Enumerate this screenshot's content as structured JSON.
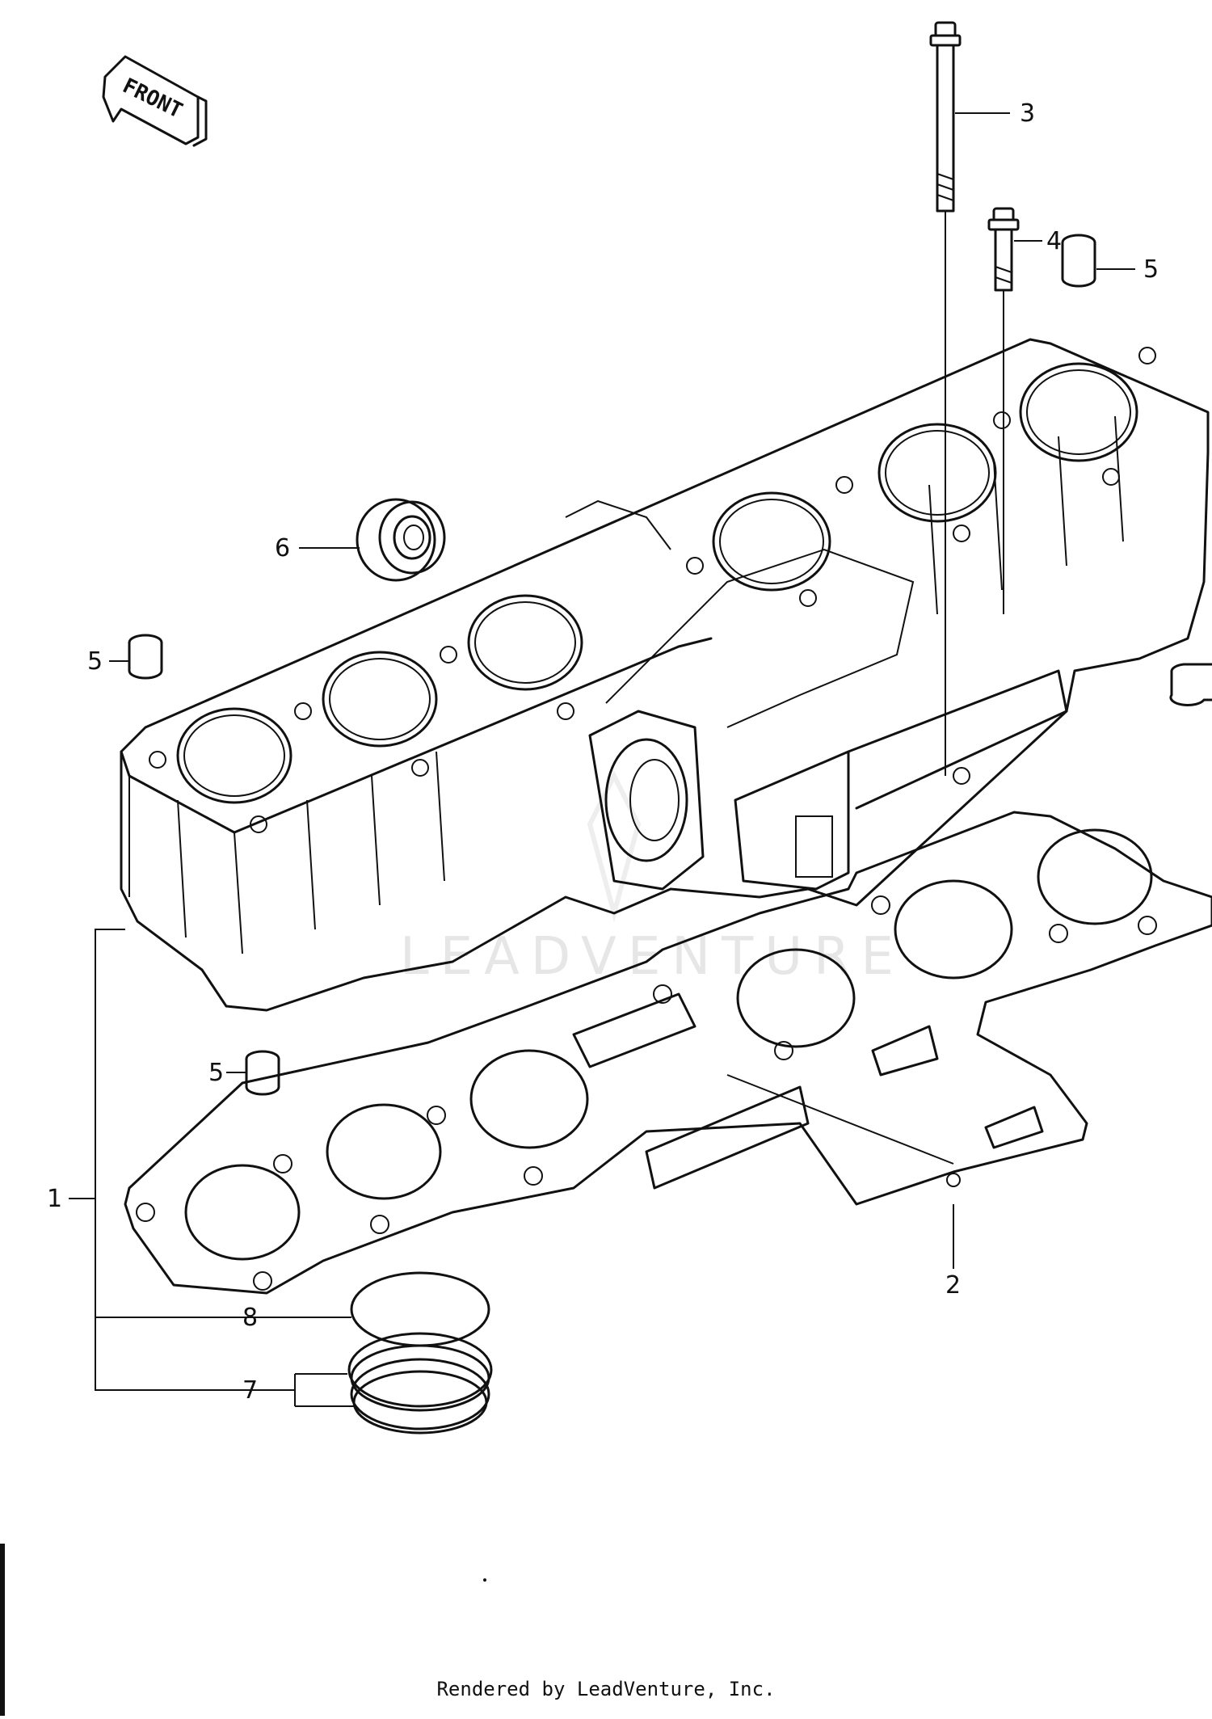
{
  "front_arrow": {
    "text": "FRONT"
  },
  "watermark": {
    "text": "LEADVENTURE"
  },
  "callouts": [
    {
      "id": "1",
      "label": "1"
    },
    {
      "id": "2",
      "label": "2"
    },
    {
      "id": "3",
      "label": "3"
    },
    {
      "id": "4",
      "label": "4"
    },
    {
      "id": "5a",
      "label": "5"
    },
    {
      "id": "5b",
      "label": "5"
    },
    {
      "id": "5c",
      "label": "5"
    },
    {
      "id": "6",
      "label": "6"
    },
    {
      "id": "7",
      "label": "7"
    },
    {
      "id": "8",
      "label": "8"
    }
  ],
  "footer": {
    "text": "Rendered by LeadVenture, Inc."
  }
}
